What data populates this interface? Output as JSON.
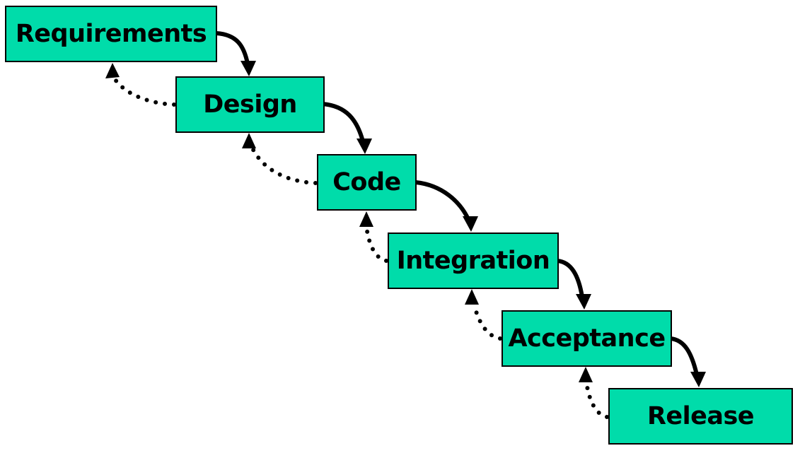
{
  "colors": {
    "stage_fill": "#00dcaa",
    "stage_border": "#000000",
    "arrow": "#000000"
  },
  "stages": [
    {
      "label": "Requirements"
    },
    {
      "label": "Design"
    },
    {
      "label": "Code"
    },
    {
      "label": "Integration"
    },
    {
      "label": "Acceptance"
    },
    {
      "label": "Release"
    }
  ],
  "arrows": {
    "forward": "solid",
    "feedback": "dotted"
  }
}
